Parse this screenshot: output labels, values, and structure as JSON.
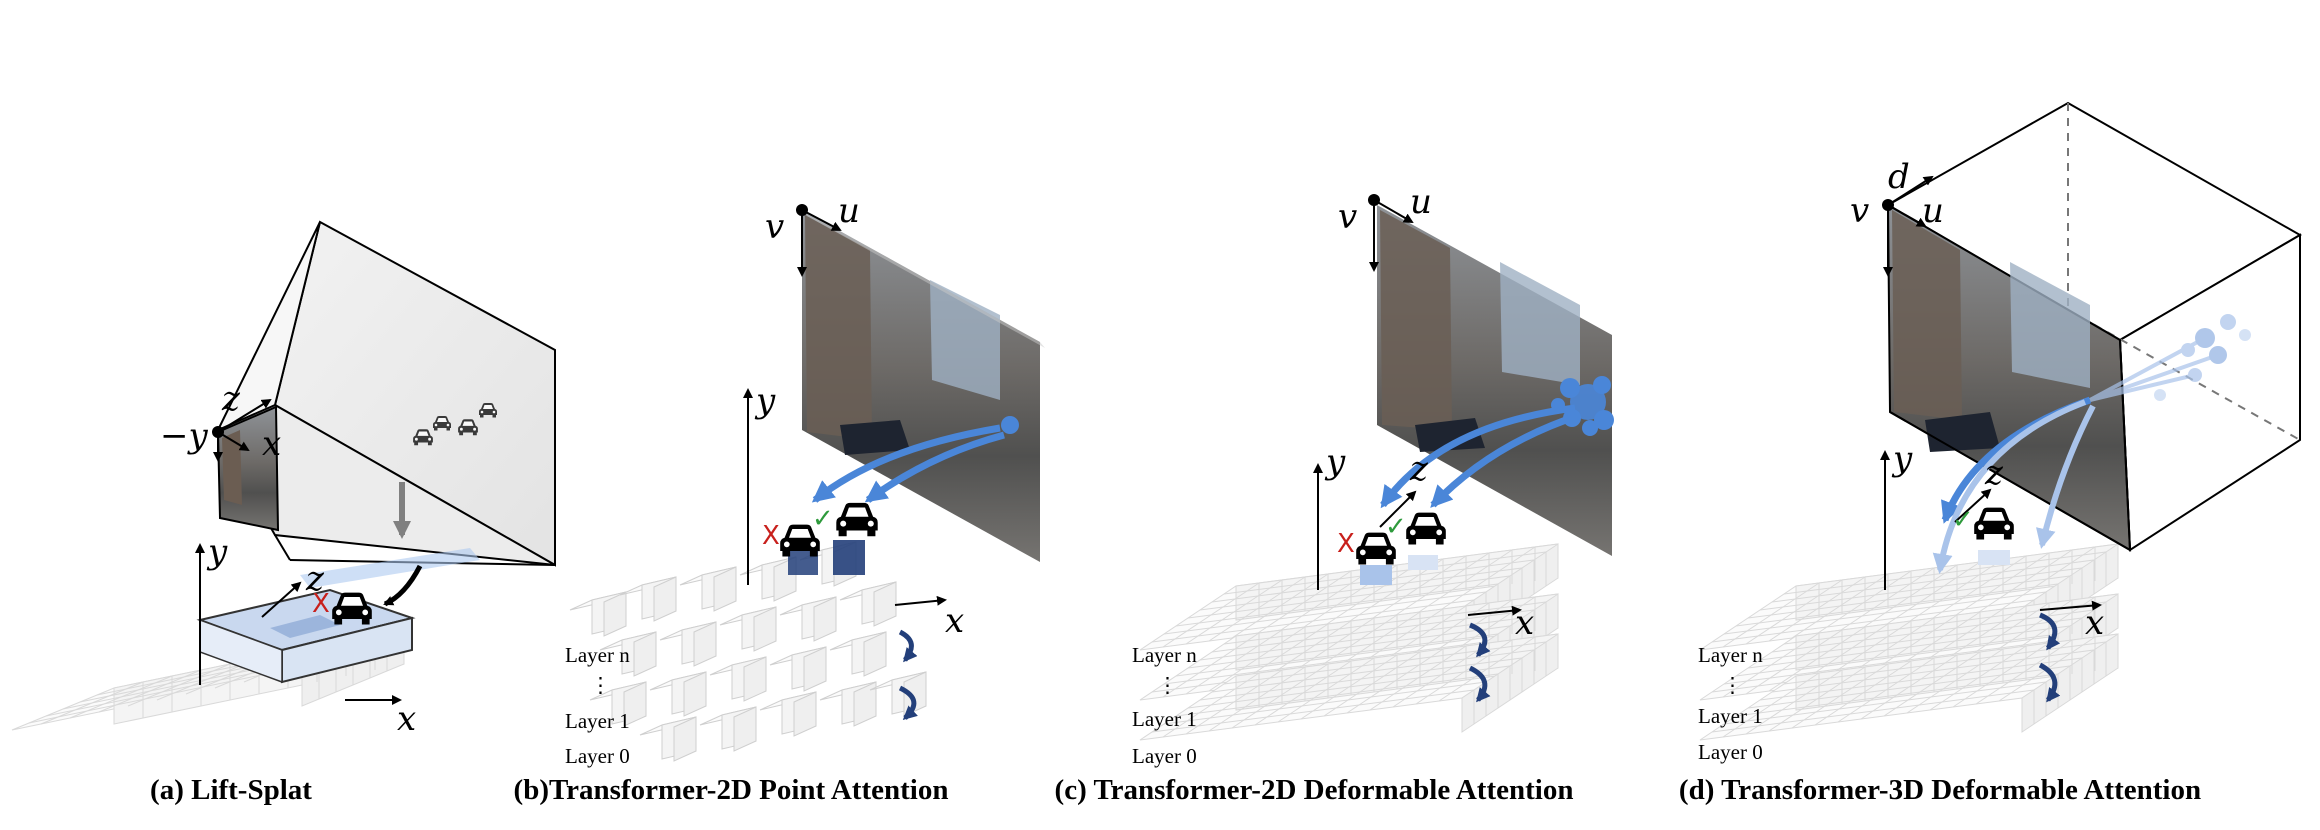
{
  "panels": {
    "a": {
      "caption": "(a) Lift-Splat",
      "axes": {
        "neg_y": "−y",
        "z_cam": "z",
        "x_cam": "x",
        "y": "y",
        "z": "z",
        "x": "x"
      },
      "wrong_mark": "X"
    },
    "b": {
      "caption": "(b)Transformer-2D Point Attention",
      "axes": {
        "v": "v",
        "u": "u",
        "y": "y",
        "x": "x"
      },
      "layers": [
        "Layer n",
        "Layer 1",
        "Layer 0"
      ],
      "wrong_mark": "X",
      "right_mark": "✓"
    },
    "c": {
      "caption": "(c) Transformer-2D Deformable Attention",
      "axes": {
        "v": "v",
        "u": "u",
        "y": "y",
        "z": "z",
        "x": "x"
      },
      "layers": [
        "Layer n",
        "Layer 1",
        "Layer 0"
      ],
      "wrong_mark": "X",
      "right_mark": "✓"
    },
    "d": {
      "caption": "(d) Transformer-3D Deformable Attention",
      "axes": {
        "d": "d",
        "v": "v",
        "u": "u",
        "y": "y",
        "z": "z",
        "x": "x"
      },
      "layers": [
        "Layer n",
        "Layer 1",
        "Layer 0"
      ],
      "right_mark": "✓"
    }
  },
  "colors": {
    "attention_blue": "#4a86d8",
    "light_blue": "#a9c3ea",
    "dark_blue": "#233f7a",
    "wrong_red": "#c8201c",
    "right_green": "#2e9a3c",
    "grid_line": "#d9d9d9"
  },
  "icons": [
    "car-icon",
    "camera-image",
    "camera-frustum",
    "bev-grid",
    "attention-arrow"
  ]
}
